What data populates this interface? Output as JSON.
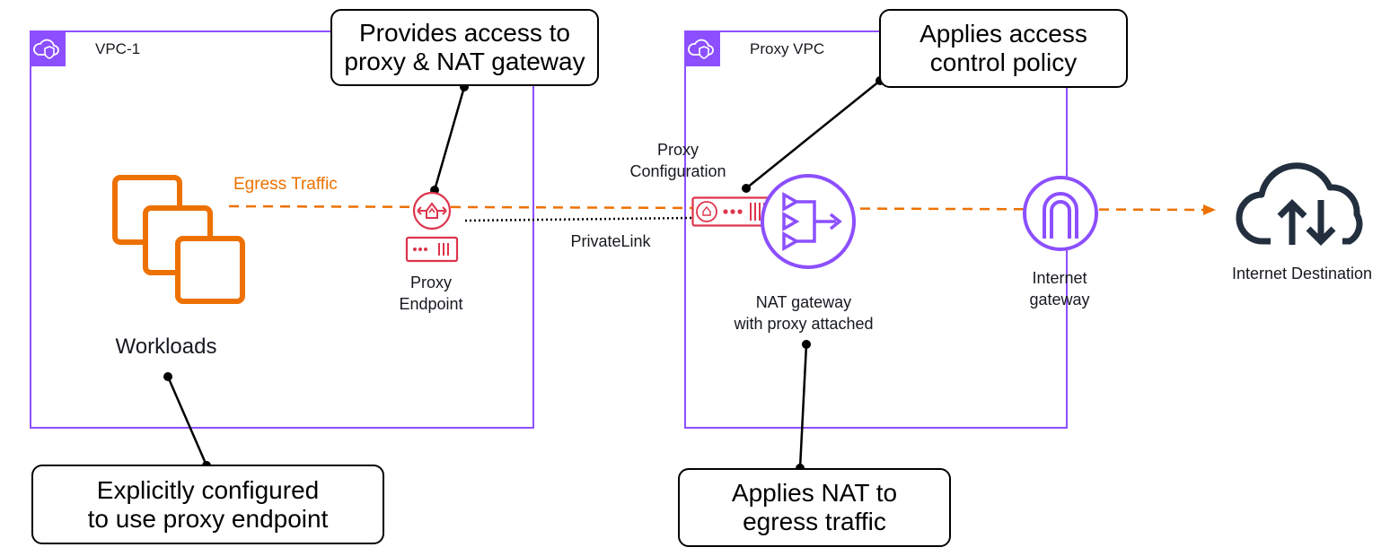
{
  "vpc1": {
    "label": "VPC-1"
  },
  "proxy_vpc": {
    "label": "Proxy VPC"
  },
  "callouts": {
    "proxy_access": {
      "line1": "Provides access to",
      "line2": "proxy & NAT gateway"
    },
    "access_control": {
      "line1": "Applies access",
      "line2": "control policy"
    },
    "explicit_config": {
      "line1": "Explicitly configured",
      "line2": "to use proxy endpoint"
    },
    "apply_nat": {
      "line1": "Applies NAT to",
      "line2": "egress traffic"
    }
  },
  "labels": {
    "egress_traffic": "Egress Traffic",
    "workloads": "Workloads",
    "proxy_endpoint_1": "Proxy",
    "proxy_endpoint_2": "Endpoint",
    "proxy_config_1": "Proxy",
    "proxy_config_2": "Configuration",
    "privatelink": "PrivateLink",
    "nat_gateway_1": "NAT gateway",
    "nat_gateway_2": "with proxy attached",
    "internet_gateway_1": "Internet",
    "internet_gateway_2": "gateway",
    "internet_destination": "Internet Destination"
  },
  "colors": {
    "vpc_border": "#8c4fff",
    "egress": "#ed7100",
    "proxy_red": "#dd344c",
    "callout_border": "#000000"
  },
  "icons": {
    "vpc": "vpc-cloud-shield-icon",
    "workloads": "workloads-instances-icon",
    "proxy_endpoint": "proxy-endpoint-icon",
    "proxy_configuration": "proxy-configuration-icon",
    "nat_gateway": "nat-gateway-icon",
    "internet_gateway": "internet-gateway-icon",
    "internet_destination": "internet-cloud-icon"
  }
}
